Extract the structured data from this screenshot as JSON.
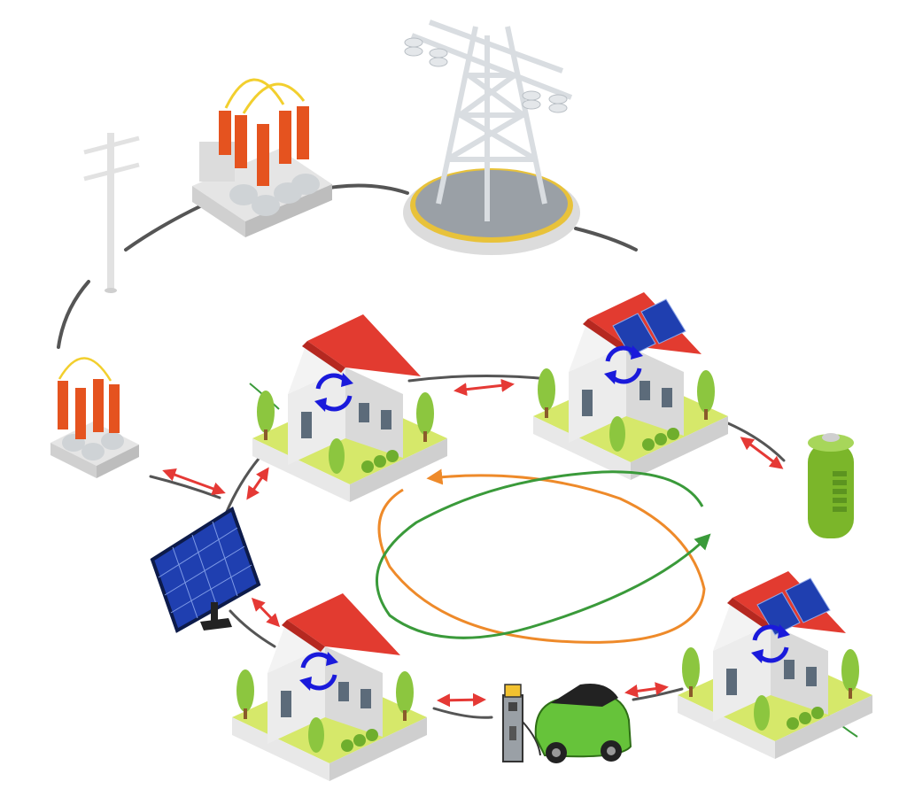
{
  "diagram": {
    "nodes": [
      {
        "id": "transmission-tower",
        "kind": "transmission tower"
      },
      {
        "id": "substation-transformer",
        "kind": "substation transformer"
      },
      {
        "id": "utility-pole",
        "kind": "utility pole"
      },
      {
        "id": "grid-transformer",
        "kind": "transformer"
      },
      {
        "id": "house-1",
        "kind": "house"
      },
      {
        "id": "house-2-solar",
        "kind": "house with solar roof"
      },
      {
        "id": "battery",
        "kind": "battery storage"
      },
      {
        "id": "house-3-solar",
        "kind": "house with solar roof"
      },
      {
        "id": "ev-charger",
        "kind": "EV charging station"
      },
      {
        "id": "electric-car",
        "kind": "electric car"
      },
      {
        "id": "house-4",
        "kind": "house"
      },
      {
        "id": "solar-panel",
        "kind": "solar panel"
      }
    ],
    "colors": {
      "grid_line": "#555555",
      "exchange_arrow": "#e53935",
      "cycle_arrow": "#1a1adb",
      "flow_orange": "#ee8a2a",
      "flow_green": "#3a9a3a",
      "roof_red": "#e23b30",
      "solar_blue": "#1f3fb0",
      "battery_green": "#7bb62a",
      "car_green": "#66c33a",
      "insulator_orange": "#e5531f"
    }
  }
}
